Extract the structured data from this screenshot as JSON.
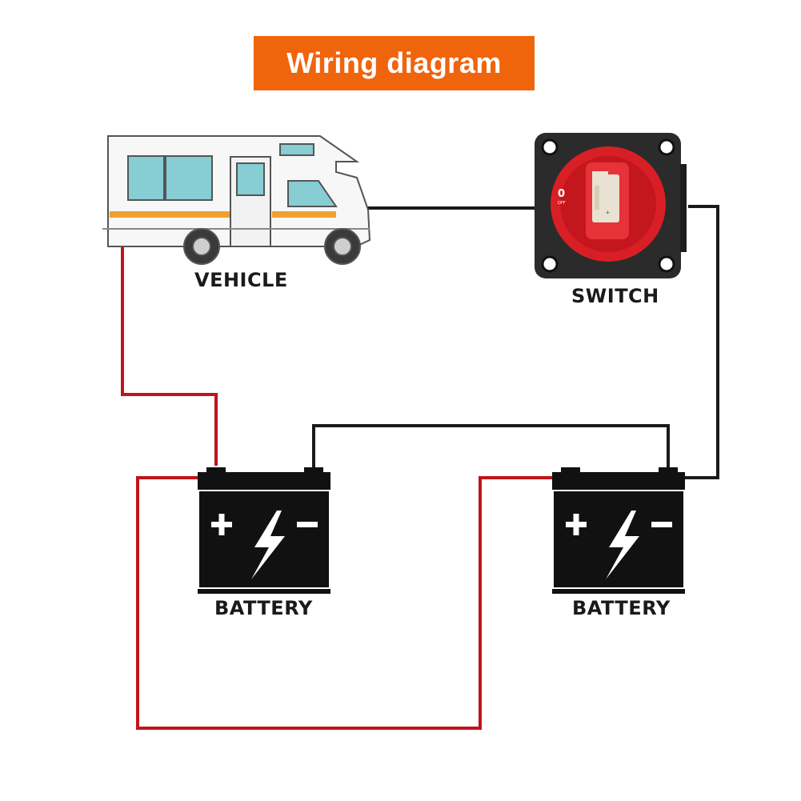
{
  "title": "Wiring diagram",
  "labels": {
    "vehicle": "VEHICLE",
    "switch": "SWITCH",
    "battery_left": "BATTERY",
    "battery_right": "BATTERY"
  },
  "switch_dial": {
    "off_mark": "0",
    "off_text": "OFF"
  },
  "colors": {
    "banner": "#f0640c",
    "positive_wire": "#c0141c",
    "negative_wire": "#1a1a1a",
    "switch_red": "#d91f26",
    "battery_body": "#111111",
    "rv_window": "#86cdd4",
    "rv_stripe": "#f0a030"
  },
  "icons": [
    "rv-vehicle-icon",
    "battery-switch-icon",
    "battery-icon",
    "lightning-bolt-icon",
    "plus-icon",
    "minus-icon"
  ]
}
